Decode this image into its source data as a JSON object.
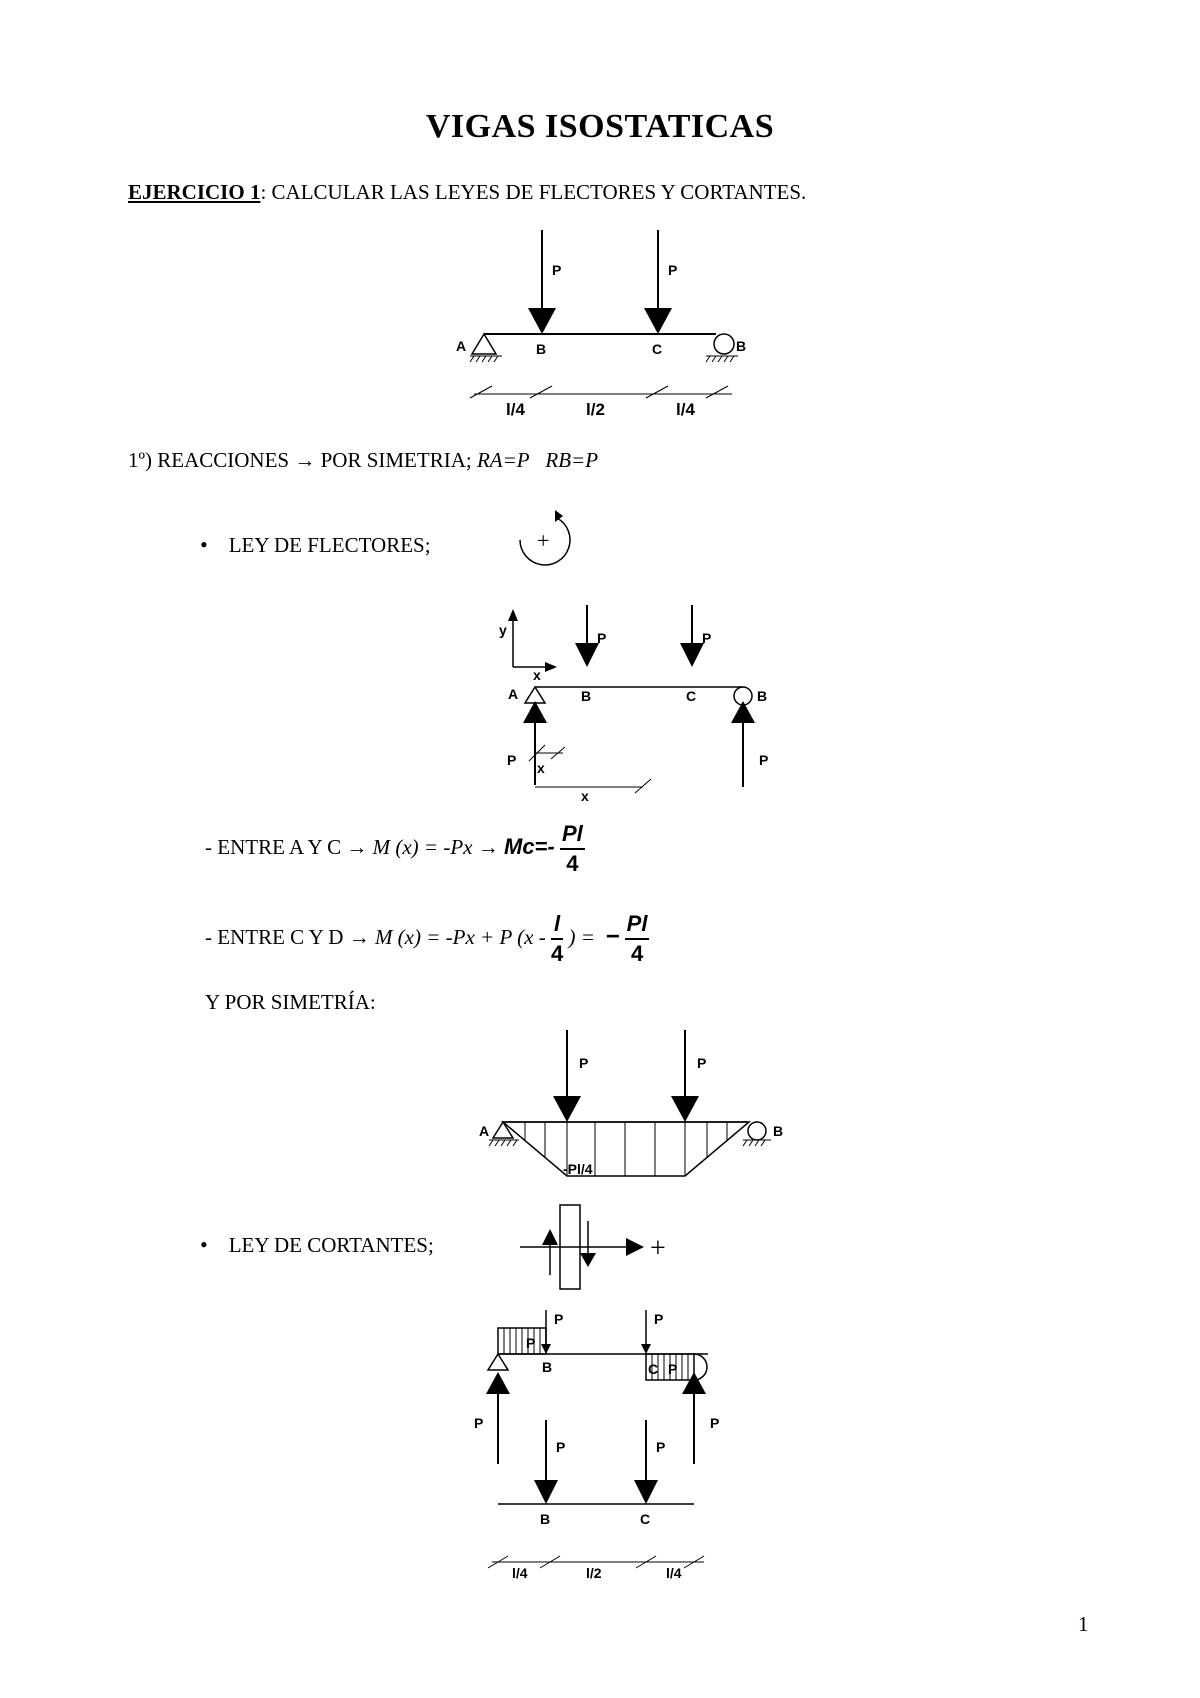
{
  "title": "VIGAS ISOSTATICAS",
  "exercise": {
    "label": "EJERCICIO 1",
    "text": ": CALCULAR LAS LEYES DE FLECTORES Y CORTANTES."
  },
  "reactions": {
    "prefix": "1º) REACCIONES",
    "arrow": "→",
    "middle": "POR SIMETRIA;",
    "ra": "RA=P",
    "rb": "RB=P"
  },
  "bending": {
    "bullet": "•",
    "label": "LEY DE FLECTORES;",
    "sign": "+"
  },
  "eq1": {
    "prefix": "- ENTRE A Y C",
    "arrow": "→",
    "expr": "M (x) = -Px",
    "arrow2": "→",
    "mc": "Mc=",
    "minus": "-",
    "num": "Pl",
    "den": "4"
  },
  "eq2": {
    "prefix": "- ENTRE C Y D",
    "arrow": "→",
    "expr_a": "M (x) = -Px  + P (x -",
    "num1": "l",
    "den1": "4",
    "expr_b": ") =",
    "minus": "−",
    "num2": "Pl",
    "den2": "4"
  },
  "symmetry": "Y POR SIMETRÍA:",
  "shear": {
    "bullet": "•",
    "label": "LEY DE CORTANTES;",
    "sign": "+"
  },
  "diagram_labels": {
    "P": "P",
    "A": "A",
    "B": "B",
    "C": "C",
    "x": "x",
    "y": "y",
    "quarter": "l/4",
    "half": "l/2",
    "moment": "-Pl/4"
  },
  "page_number": "1"
}
